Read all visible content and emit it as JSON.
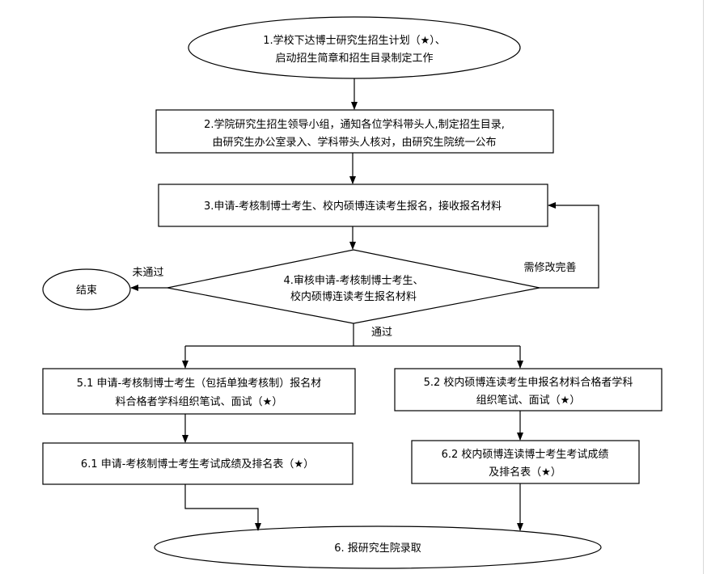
{
  "nodes": {
    "n1": {
      "line1": "1.学校下达博士研究生招生计划（★）、",
      "line2": "启动招生简章和招生目录制定工作"
    },
    "n2": {
      "line1": "2.学院研究生招生领导小组，通知各位学科带头人,制定招生目录,",
      "line2": "由研究生办公室录入、学科带头人核对，由研究生院统一公布"
    },
    "n3": {
      "line1": "3.申请-考核制博士考生、校内硕博连读考生报名，接收报名材料"
    },
    "n4": {
      "line1": "4.审核申请-考核制博士考生、",
      "line2": "校内硕博连读考生报名材料"
    },
    "end": {
      "label": "结束"
    },
    "n51": {
      "line1": "5.1 申请-考核制博士考生（包括单独考核制）报名材",
      "line2": "料合格者学科组织笔试、面试（★）"
    },
    "n52": {
      "line1": "5.2 校内硕博连读考生申报名材料合格者学科",
      "line2": "组织笔试、面试（★）"
    },
    "n61": {
      "line1": "6.1 申请-考核制博士考生考试成绩及排名表（★）"
    },
    "n62": {
      "line1": "6.2 校内硕博连读博士考生考试成绩",
      "line2": "及排名表（★）"
    },
    "n7": {
      "line1": "6. 报研究生院录取"
    }
  },
  "edges": {
    "not_passed": "未通过",
    "needs_revision": "需修改完善",
    "passed": "通过"
  }
}
